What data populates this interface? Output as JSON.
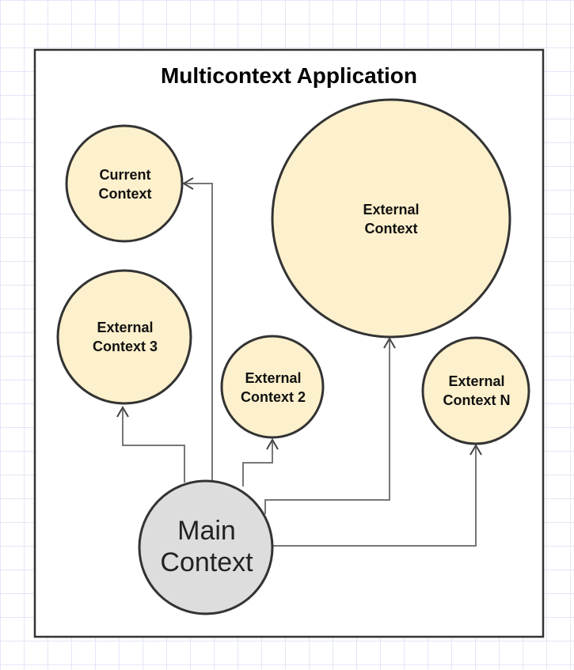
{
  "title": "Multicontext Application",
  "nodes": {
    "current_context": {
      "line1": "Current",
      "line2": "Context"
    },
    "external_context": {
      "line1": "External",
      "line2": "Context"
    },
    "external_context_3": {
      "line1": "External",
      "line2": "Context 3"
    },
    "external_context_2": {
      "line1": "External",
      "line2": "Context 2"
    },
    "external_context_n": {
      "line1": "External",
      "line2": "Context N"
    },
    "main_context": {
      "line1": "Main",
      "line2": "Context"
    }
  },
  "colors": {
    "context_fill": "#fdf0cc",
    "main_fill": "#dddddd",
    "stroke": "#333333",
    "connector": "#777777",
    "grid": "#e3e6f6"
  }
}
